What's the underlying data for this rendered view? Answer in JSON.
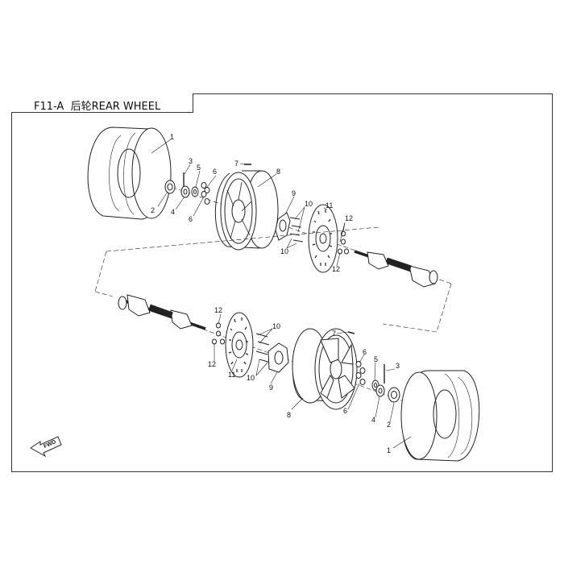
{
  "title": {
    "code": "F11-A",
    "name": "后轮REAR WHEEL"
  },
  "fwd_label": "FWD",
  "callouts": {
    "tire": "1",
    "nut": "2",
    "cotter_pin": "3",
    "washer": "4",
    "spacer": "5",
    "wheel_nut": "6",
    "valve": "7",
    "rim": "8",
    "hub": "9",
    "stud": "10",
    "brake_disc": "11",
    "bolt": "12"
  }
}
